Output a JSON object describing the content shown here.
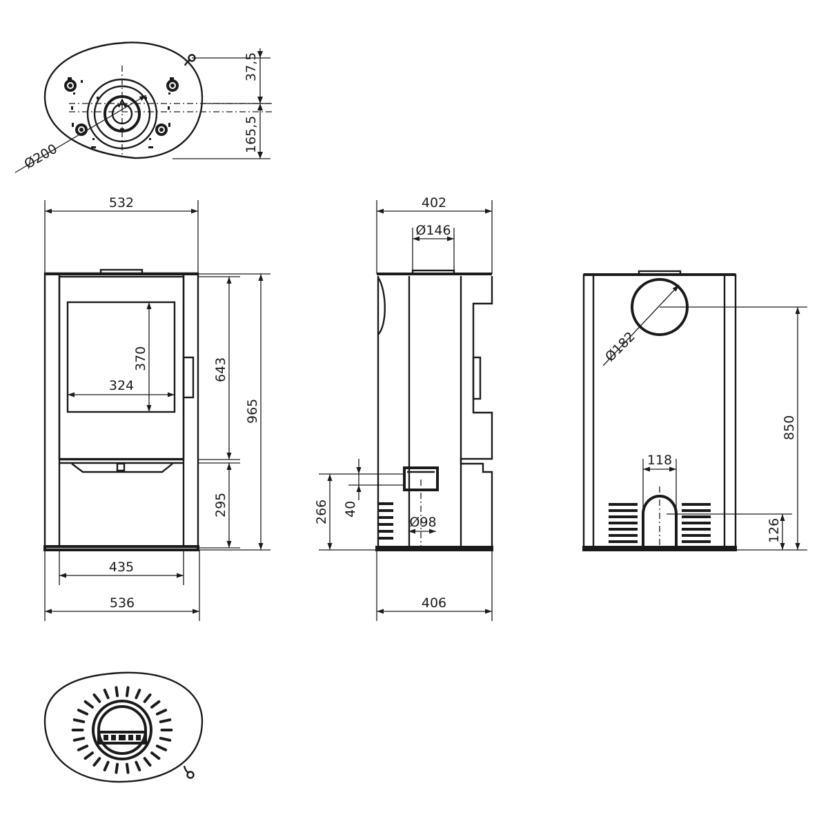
{
  "colors": {
    "line": "#1a1a1a",
    "background": "#ffffff"
  },
  "top_view": {
    "d_flue": "Ø200",
    "dim_a": "37,5",
    "dim_b": "165,5"
  },
  "front_view": {
    "top_width": "532",
    "height_total": "965",
    "height_upper": "643",
    "height_lower": "295",
    "glass_height": "370",
    "glass_width": "324",
    "inner_width": "435",
    "base_width": "536"
  },
  "side_view": {
    "top_depth": "402",
    "d_outlet": "Ø146",
    "d_air": "Ø98",
    "air_height": "266",
    "air_offset": "40",
    "base_depth": "406"
  },
  "rear_view": {
    "d_rear_outlet": "Ø182",
    "rear_outlet_height": "850",
    "inlet_width": "118",
    "inlet_height": "126"
  }
}
